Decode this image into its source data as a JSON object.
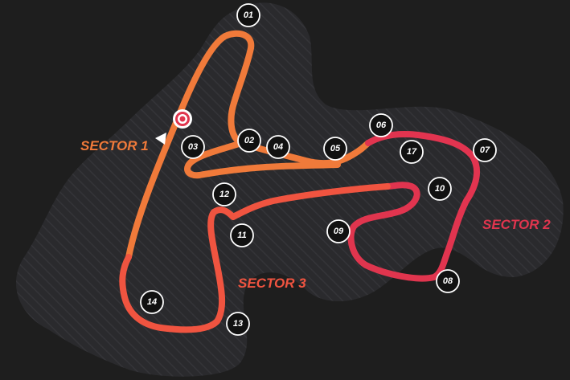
{
  "map": {
    "background_color": "#1e1e1e",
    "land_color": "#2b2b2e",
    "sectors": [
      {
        "id": "sector-1",
        "label": "SECTOR 1",
        "color": "#f07a3a"
      },
      {
        "id": "sector-2",
        "label": "SECTOR 2",
        "color": "#e0354e"
      },
      {
        "id": "sector-3",
        "label": "SECTOR 3",
        "color": "#f05440"
      }
    ],
    "start_finish_icon": "target-icon",
    "direction_icon": "triangle-arrow-icon",
    "turns": [
      "01",
      "02",
      "03",
      "04",
      "05",
      "06",
      "07",
      "08",
      "09",
      "10",
      "11",
      "12",
      "13",
      "14",
      "17"
    ]
  }
}
